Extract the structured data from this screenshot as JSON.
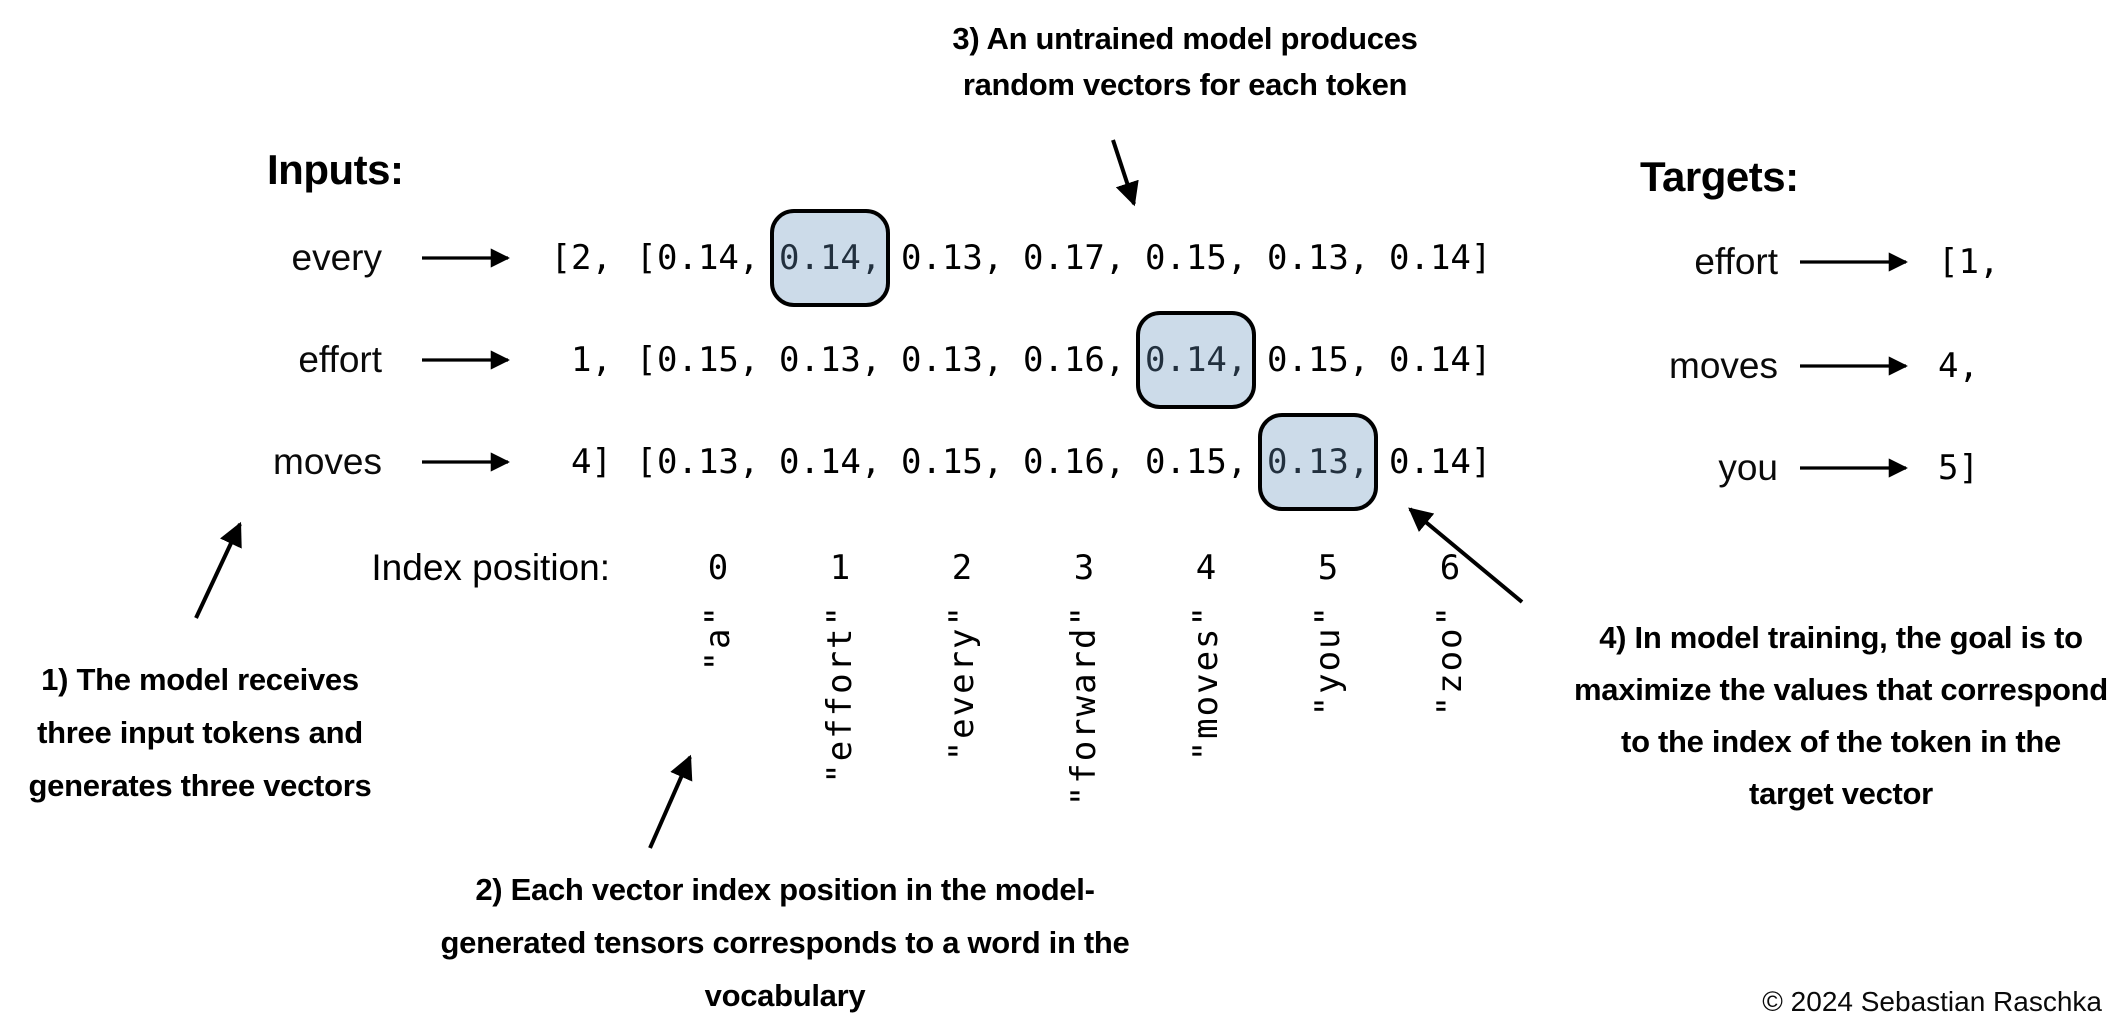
{
  "annotations": {
    "step1": {
      "line1": "1) The model receives",
      "line2": "three input tokens and",
      "line3": "generates three vectors"
    },
    "step2": {
      "line1": "2) Each vector index position in the model-",
      "line2": "generated tensors corresponds to a word in the",
      "line3": "vocabulary"
    },
    "step3": {
      "line1": "3) An untrained model produces",
      "line2": "random vectors for each token"
    },
    "step4": {
      "line1": "4) In model training, the goal is to",
      "line2": "maximize the values that correspond",
      "line3": "to the index of the token in the",
      "line4": "target vector"
    }
  },
  "inputs": {
    "label": "Inputs:",
    "rows": [
      {
        "token": "every",
        "token_id": "[2,",
        "vector_open": "[",
        "vector": [
          "0.14,",
          "0.14,",
          "0.13,",
          "0.17,",
          "0.15,",
          "0.13,",
          "0.14]"
        ],
        "highlight_index": 1
      },
      {
        "token": "effort",
        "token_id": "1,",
        "vector_open": "[",
        "vector": [
          "0.15,",
          "0.13,",
          "0.13,",
          "0.16,",
          "0.14,",
          "0.15,",
          "0.14]"
        ],
        "highlight_index": 4
      },
      {
        "token": "moves",
        "token_id": "4]",
        "vector_open": "[",
        "vector": [
          "0.13,",
          "0.14,",
          "0.15,",
          "0.16,",
          "0.15,",
          "0.13,",
          "0.14]"
        ],
        "highlight_index": 5
      }
    ]
  },
  "targets": {
    "label": "Targets:",
    "rows": [
      {
        "token": "effort",
        "value": "[1,"
      },
      {
        "token": "moves",
        "value": "4,"
      },
      {
        "token": "you",
        "value": "5]"
      }
    ]
  },
  "index_row": {
    "label": "Index position:",
    "positions": [
      "0",
      "1",
      "2",
      "3",
      "4",
      "5",
      "6"
    ]
  },
  "vocabulary": [
    "\"a\"",
    "\"effort\"",
    "\"every\"",
    "\"forward\"",
    "\"moves\"",
    "\"you\"",
    "\"zoo\""
  ],
  "footer": {
    "copyright": "© 2024 Sebastian Raschka"
  },
  "colors": {
    "highlight_fill": "#ccdbe9",
    "highlight_border": "#000000",
    "highlight_text": "#22303e",
    "text_color": "#000000"
  }
}
